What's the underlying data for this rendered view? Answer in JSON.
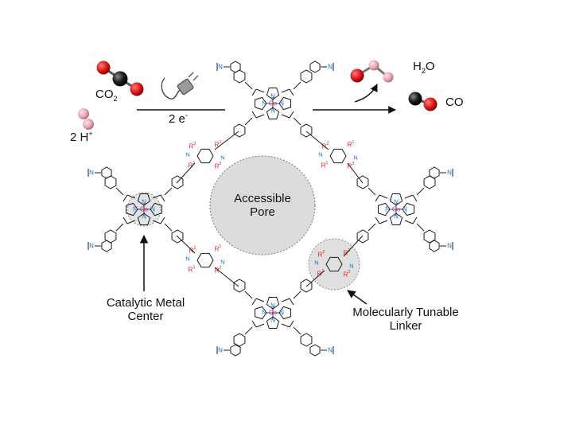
{
  "colors": {
    "bond": "#1a1a1a",
    "nitrogen": "#1f6fd6",
    "cobalt": "#d6257f",
    "rgroup": "#e02020",
    "oxygen": "#d81515",
    "carbon": "#111111",
    "hydrogen": "#e8a6b4",
    "highlight_fill": "#dcdcdc",
    "highlight_stroke": "#8a8a8a"
  },
  "reaction": {
    "co2_label": "CO",
    "co2_subscript": "2",
    "proton_label": "2 H",
    "proton_superscript": "+",
    "electron_label": "2 e",
    "electron_superscript": "-",
    "water_label": "H",
    "water_subscript": "2",
    "water_suffix": "O",
    "co_label": "CO",
    "plug_icon": "electric-plug-icon"
  },
  "atoms": {
    "nitrogen": "N",
    "cobalt": "Co",
    "r1": "R",
    "r1_sup": "1",
    "r2": "R",
    "r2_sup": "2"
  },
  "callouts": {
    "pore_line1": "Accessible",
    "pore_line2": "Pore",
    "metal_line1": "Catalytic Metal",
    "metal_line2": "Center",
    "linker_line1": "Molecularly Tunable",
    "linker_line2": "Linker"
  }
}
